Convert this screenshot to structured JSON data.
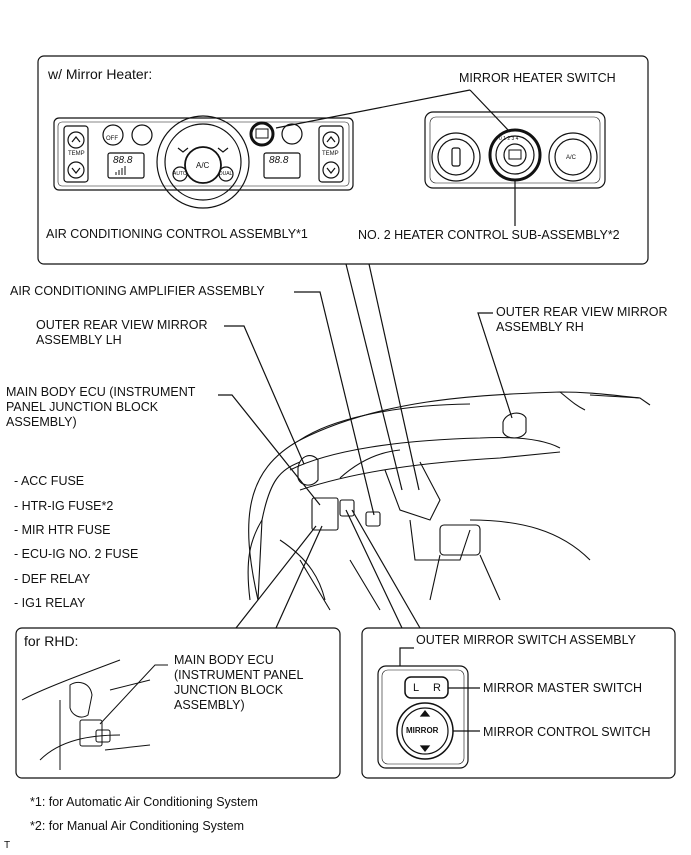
{
  "top_box": {
    "title": "w/ Mirror Heater:",
    "mirror_heater_switch": "MIRROR HEATER SWITCH",
    "ac_control_assembly": "AIR CONDITIONING CONTROL ASSEMBLY*1",
    "heater_control_sub": "NO. 2 HEATER CONTROL SUB-ASSEMBLY*2"
  },
  "panel_text": {
    "off": "OFF",
    "temp": "TEMP",
    "auto": "AUTO",
    "ac": "A/C",
    "dual": "DUAL",
    "display": "88.8",
    "knob_ac": "A/C",
    "knob_digits": "0 1 2 3 4"
  },
  "labels": {
    "ac_amplifier": "AIR CONDITIONING AMPLIFIER ASSEMBLY",
    "mirror_lh": "OUTER REAR VIEW MIRROR\nASSEMBLY LH",
    "mirror_rh": "OUTER REAR VIEW MIRROR\nASSEMBLY RH",
    "main_body_ecu": "MAIN BODY ECU (INSTRUMENT\nPANEL JUNCTION BLOCK\nASSEMBLY)"
  },
  "fuse_list": [
    "- ACC FUSE",
    "- HTR-IG FUSE*2",
    "- MIR HTR FUSE",
    "- ECU-IG NO. 2 FUSE",
    "- DEF RELAY",
    "- IG1 RELAY"
  ],
  "rhd_box": {
    "title": "for RHD:",
    "ecu_label": "MAIN BODY ECU\n(INSTRUMENT PANEL\nJUNCTION BLOCK\nASSEMBLY)"
  },
  "switch_box": {
    "title": "OUTER MIRROR SWITCH ASSEMBLY",
    "master_switch": "MIRROR MASTER SWITCH",
    "control_switch": "MIRROR CONTROL SWITCH",
    "l": "L",
    "r": "R",
    "mirror_text": "MIRROR"
  },
  "footnotes": {
    "note1": "*1: for Automatic Air Conditioning System",
    "note2": "*2: for Manual Air Conditioning System",
    "corner": "T"
  }
}
